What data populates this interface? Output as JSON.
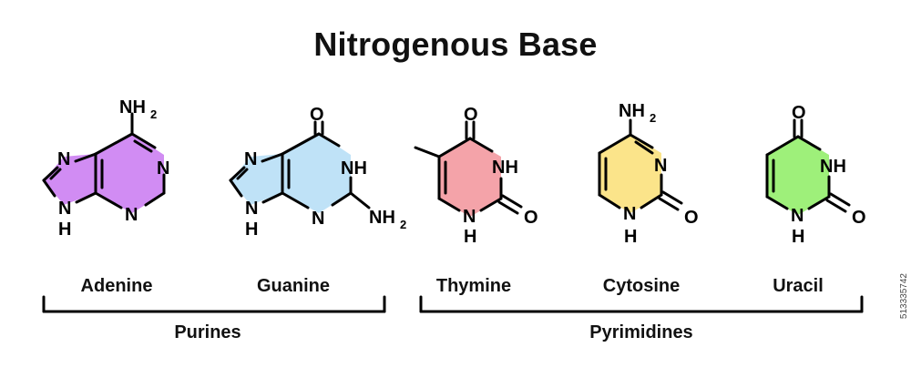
{
  "title": "Nitrogenous Base",
  "molecules": [
    {
      "name": "Adenine",
      "color": "#d18cf3"
    },
    {
      "name": "Guanine",
      "color": "#bfe2f7"
    },
    {
      "name": "Thymine",
      "color": "#f4a3a9"
    },
    {
      "name": "Cytosine",
      "color": "#fbe48a"
    },
    {
      "name": "Uracil",
      "color": "#9ef07a"
    }
  ],
  "groups": {
    "purines": "Purines",
    "pyrimidines": "Pyrimidines"
  },
  "atoms": {
    "N": "N",
    "H": "H",
    "O": "O",
    "NH": "NH",
    "NH2_base": "NH",
    "NH2_sub": "2"
  },
  "stock_id": "513335742"
}
